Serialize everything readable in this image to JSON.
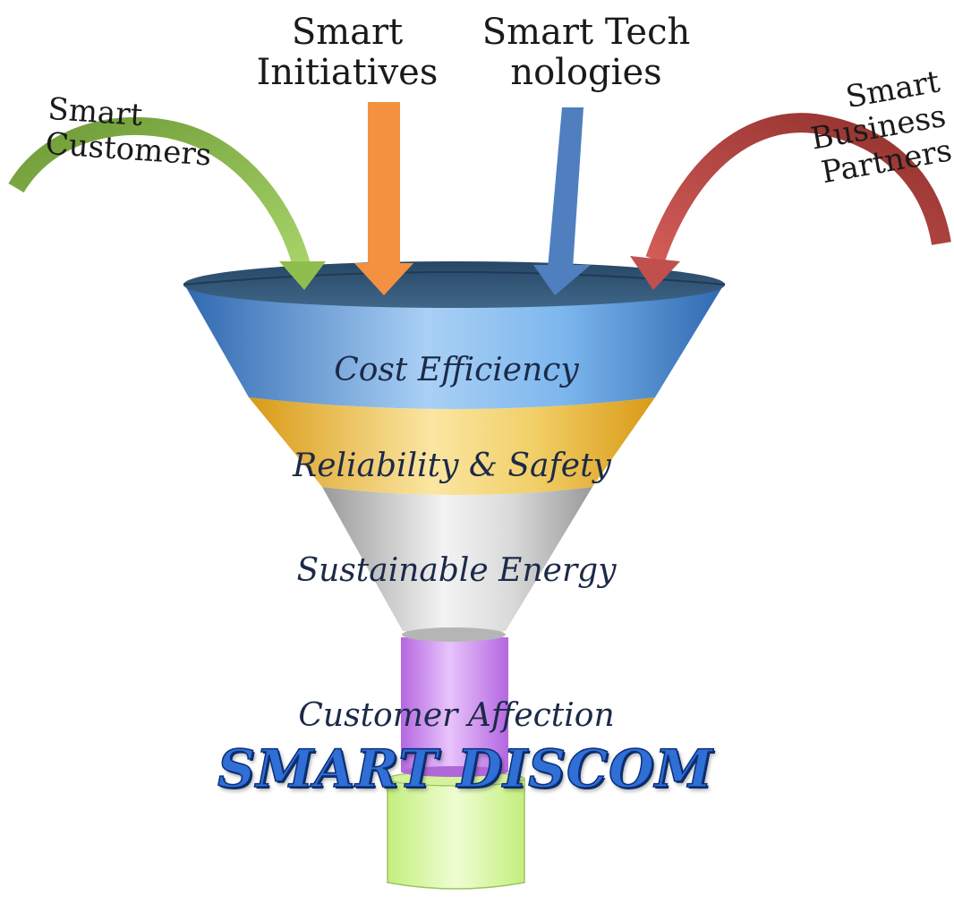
{
  "inputs": {
    "customers": "Smart Customers",
    "initiatives": "Smart Initiatives",
    "technologies": "Smart Technologies",
    "partners": "Smart Business Partners"
  },
  "layers": {
    "cost": "Cost Efficiency",
    "reliability": "Reliability & Safety",
    "sustainable": "Sustainable Energy",
    "affection": "Customer Affection"
  },
  "output": "SMART DISCOM",
  "colors": {
    "funnel_rim": "#345777",
    "layer_blue": "#5ea6e6",
    "layer_gold": "#f0c24a",
    "layer_gray": "#cfcfcf",
    "neck_purple": "#c98af0",
    "cup_green": "#d8f7a0",
    "arrow_customers": "#8fbe4e",
    "arrow_initiatives": "#f39140",
    "arrow_technologies": "#4f7fbf",
    "arrow_partners": "#c0504d",
    "result_text": "#2f6fd6"
  }
}
